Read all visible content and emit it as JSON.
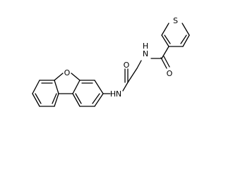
{
  "molecule": {
    "atom_labels": {
      "sulfur": "S",
      "nitrogen_amide_upper": "N",
      "hydrogen_amide_upper": "H",
      "oxygen_carbonyl_right": "O",
      "oxygen_carbonyl_left": "O",
      "nitrogen_amide_lower": "N",
      "hydrogen_amide_lower": "H",
      "oxygen_furan": "O"
    }
  }
}
